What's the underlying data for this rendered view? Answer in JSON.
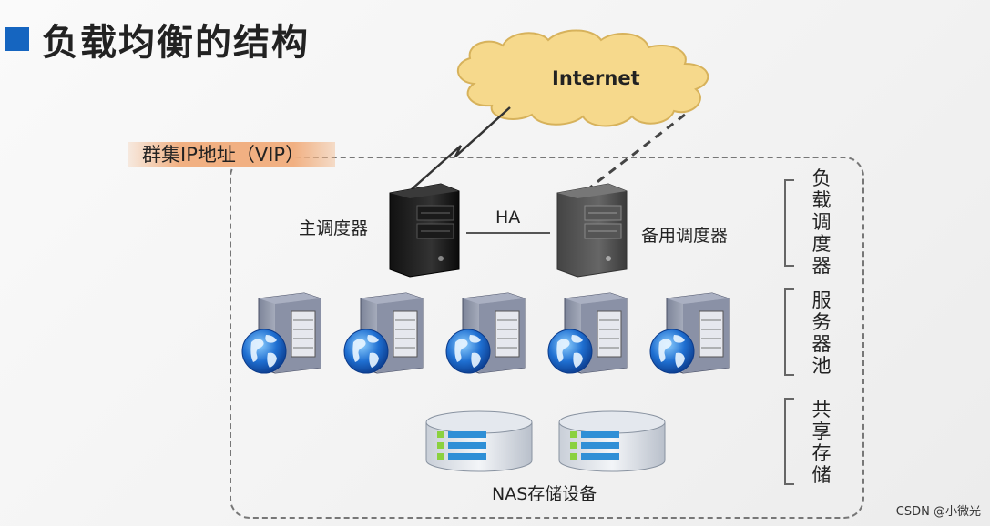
{
  "title": "负载均衡的结构",
  "internet_label": "Internet",
  "vip_label": "群集IP地址（VIP）",
  "primary_scheduler_label": "主调度器",
  "backup_scheduler_label": "备用调度器",
  "ha_label": "HA",
  "storage_label": "NAS存储设备",
  "layers": {
    "scheduler": "负载调度器",
    "server_pool": "服务器池",
    "shared_storage": "共享存储"
  },
  "watermark": "CSDN @小微光",
  "colors": {
    "title_square": "#1565c0",
    "cloud_fill": "#f6d98c",
    "vip_highlight": "#f1b082",
    "storage_blue": "#2f8fd6",
    "led_green": "#8bd13f"
  }
}
